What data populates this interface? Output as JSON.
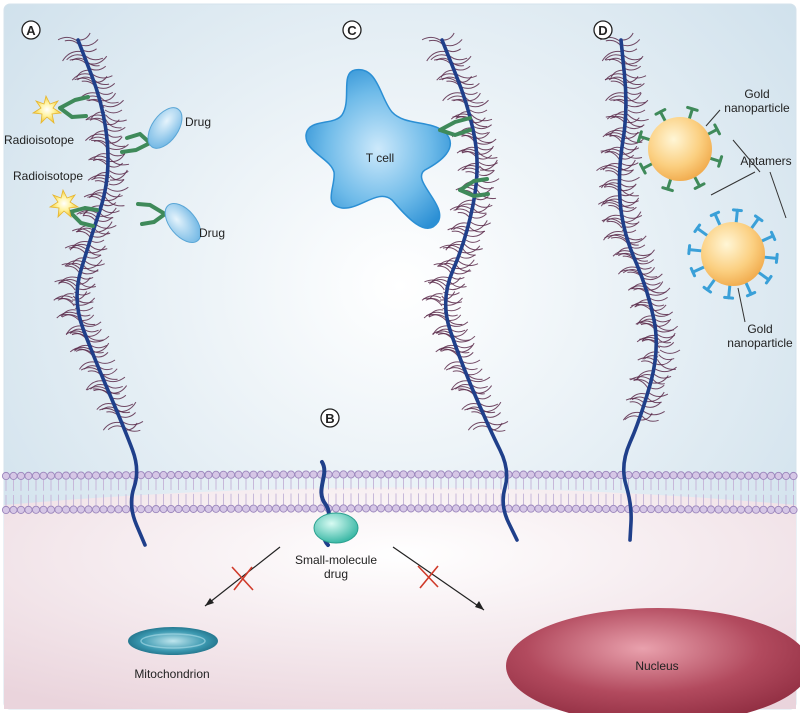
{
  "panels": {
    "a": "A",
    "b": "B",
    "c": "C",
    "d": "D"
  },
  "labels": {
    "radioisotope_1": "Radioisotope",
    "radioisotope_2": "Radioisotope",
    "drug_1": "Drug",
    "drug_2": "Drug",
    "t_cell": "T cell",
    "gold_top_line1": "Gold",
    "gold_top_line2": "nanoparticle",
    "aptamers": "Aptamers",
    "gold_bottom_line1": "Gold",
    "gold_bottom_line2": "nanoparticle",
    "small_molecule_line1": "Small-molecule",
    "small_molecule_line2": "drug",
    "mitochondrion": "Mitochondrion",
    "nucleus": "Nucleus"
  },
  "colors": {
    "mucin_backbone": "#1f3f8a",
    "glycan_chains": "#5a2a4a",
    "membrane_heads": "#b9a6cf",
    "nucleus": "#a23a4e",
    "mitochondrion": "#1f6f87",
    "gold_nanoparticle": "#f6b85a",
    "aptamer": "#3aa0d8",
    "antibody": "#3f8a5a",
    "t_cell": "#3a9ad8",
    "block_mark": "#d03a2a"
  }
}
